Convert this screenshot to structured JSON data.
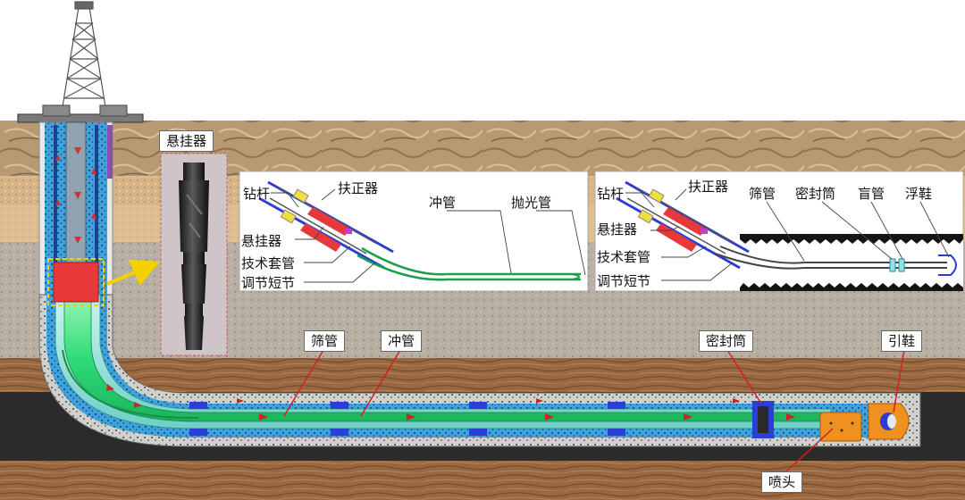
{
  "callouts": {
    "hanger_photo": "悬挂器",
    "screen_pipe": "筛管",
    "wash_pipe": "冲管",
    "seal_bore": "密封筒",
    "guide_shoe": "引鞋",
    "nozzle": "喷头"
  },
  "inset_left": {
    "drill_rod": "钻杆",
    "centralizer": "扶正器",
    "hanger": "悬挂器",
    "tech_casing": "技术套管",
    "adjust_sub": "调节短节",
    "wash_pipe": "冲管",
    "polished_pipe": "抛光管"
  },
  "inset_right": {
    "drill_rod": "钻杆",
    "centralizer": "扶正器",
    "hanger": "悬挂器",
    "tech_casing": "技术套管",
    "adjust_sub": "调节短节",
    "screen_pipe": "筛管",
    "seal_bore": "密封筒",
    "blind_pipe": "盲管",
    "float_shoe": "浮鞋"
  },
  "colors": {
    "rock_top": "#b79a72",
    "sand_layer": "#d8b588",
    "gray_layer": "#b9b0a3",
    "brown_layer": "#9a6840",
    "formation_black": "#2c2a2a",
    "annulus_blue": "#3fa2dc",
    "pipe_green": "#35e07c",
    "pipe_teal": "#8fe0d8",
    "hanger_red": "#e8393a",
    "nozzle_orange": "#f0901e",
    "callout_red": "#d42020"
  }
}
